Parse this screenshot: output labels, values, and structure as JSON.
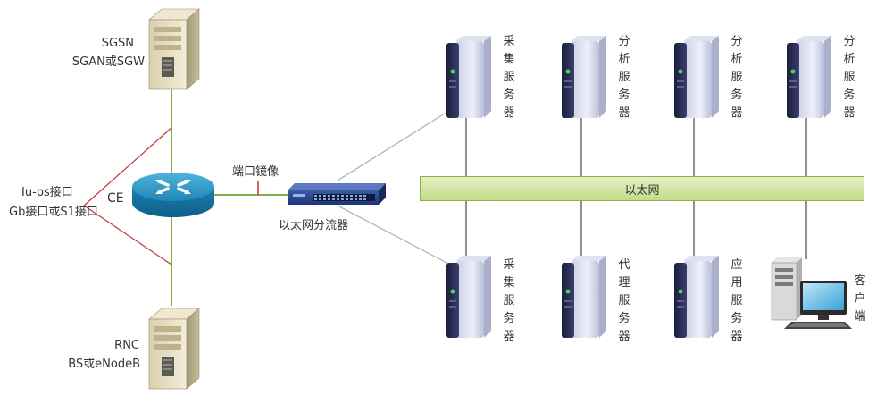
{
  "core": {
    "line1": "SGSN",
    "line2": "SGAN或SGW"
  },
  "access": {
    "line1": "RNC",
    "line2": "BS或eNodeB"
  },
  "interfaces": {
    "line1": "Iu-ps接口",
    "line2": "Gb接口或S1接口"
  },
  "router_label": "CE",
  "mirror_label": "端口镜像",
  "splitter_label": "以太网分流器",
  "ethernet_label": "以太网",
  "servers_top": [
    {
      "label": "采集服务器"
    },
    {
      "label": "分析服务器"
    },
    {
      "label": "分析服务器"
    },
    {
      "label": "分析服务器"
    }
  ],
  "servers_bottom": [
    {
      "label": "采集服务器"
    },
    {
      "label": "代理服务器"
    },
    {
      "label": "应用服务器"
    },
    {
      "label": "客户端"
    }
  ],
  "colors": {
    "green_link": "#7cb342",
    "red_link": "#cc3333",
    "fiber_link": "#9fb8b0",
    "ethernet_fill": "#d7e8a7"
  }
}
